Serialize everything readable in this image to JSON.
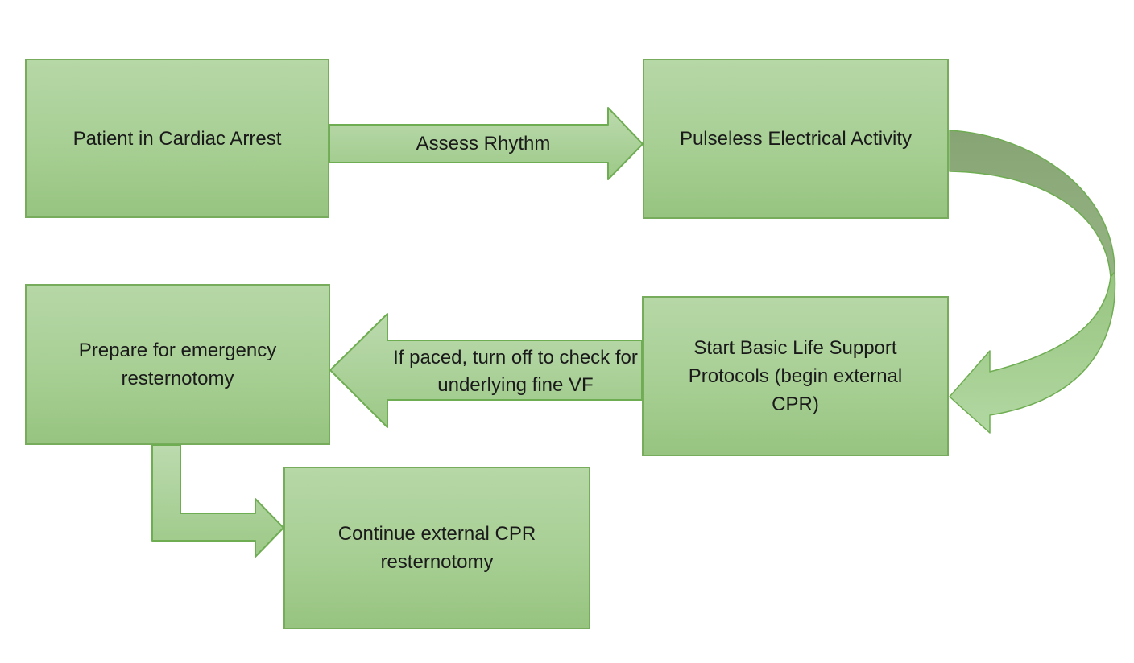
{
  "diagram": {
    "type": "flowchart",
    "nodes": [
      {
        "id": "patient-cardiac-arrest",
        "label": "Patient in Cardiac Arrest"
      },
      {
        "id": "pulseless-electrical-activity",
        "label": "Pulseless Electrical Activity"
      },
      {
        "id": "start-bls-protocols",
        "label": "Start Basic Life Support Protocols (begin external CPR)"
      },
      {
        "id": "prepare-emergency-resternotomy",
        "label": "Prepare for emergency resternotomy"
      },
      {
        "id": "continue-external-cpr-resternotomy",
        "label": "Continue external CPR resternotomy"
      }
    ],
    "edges": [
      {
        "from": "patient-cardiac-arrest",
        "to": "pulseless-electrical-activity",
        "label": "Assess Rhythm",
        "shape": "right-block-arrow"
      },
      {
        "from": "pulseless-electrical-activity",
        "to": "start-bls-protocols",
        "label": "",
        "shape": "curved-u-turn-arrow"
      },
      {
        "from": "start-bls-protocols",
        "to": "prepare-emergency-resternotomy",
        "label": "If paced, turn off to check for underlying fine VF",
        "shape": "left-block-arrow"
      },
      {
        "from": "prepare-emergency-resternotomy",
        "to": "continue-external-cpr-resternotomy",
        "label": "",
        "shape": "bent-elbow-arrow"
      }
    ],
    "colors": {
      "node_fill_top": "#b6d7a6",
      "node_fill_bottom": "#97c480",
      "node_border": "#77ac5c",
      "arrow_fill_top": "#bcdaae",
      "arrow_fill_bottom": "#9cc987",
      "arrow_border": "#6fad52",
      "curved_arrow_shadow": "#8ba377",
      "text": "#1a1a1a",
      "background": "#ffffff"
    }
  }
}
